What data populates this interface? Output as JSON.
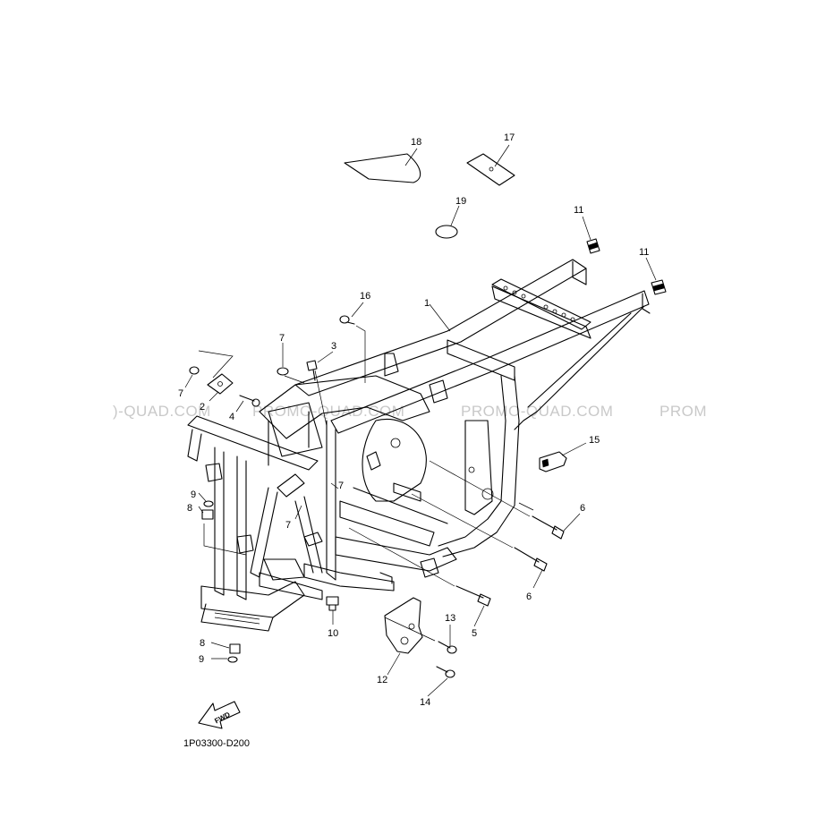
{
  "watermark": {
    "left": ")-QUAD.COM",
    "middle": "PROMO-QUAD.COM",
    "middle2": "PROMO-QUAD.COM",
    "right": "PROM"
  },
  "document_ref": "1P03300-D200",
  "fwd_label": "FWD",
  "callouts": {
    "c1": "1",
    "c2": "2",
    "c3": "3",
    "c4": "4",
    "c5": "5",
    "c6a": "6",
    "c6b": "6",
    "c7a": "7",
    "c7b": "7",
    "c7c": "7",
    "c7d": "7",
    "c8a": "8",
    "c8b": "8",
    "c9a": "9",
    "c9b": "9",
    "c10": "10",
    "c11a": "11",
    "c11b": "11",
    "c12": "12",
    "c13": "13",
    "c14": "14",
    "c15": "15",
    "c16": "16",
    "c17": "17",
    "c18": "18",
    "c19": "19"
  }
}
